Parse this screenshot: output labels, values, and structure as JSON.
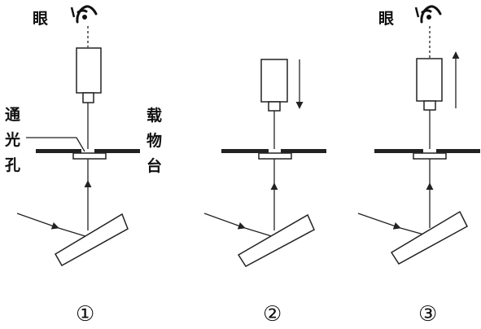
{
  "labels": {
    "eye": "眼",
    "aperture": [
      "通",
      "光",
      "孔"
    ],
    "stage": [
      "载",
      "物",
      "台"
    ]
  },
  "panels": [
    {
      "number": "①",
      "eye_shown": true,
      "arrow": "none"
    },
    {
      "number": "②",
      "eye_shown": false,
      "arrow": "down"
    },
    {
      "number": "③",
      "eye_shown": true,
      "arrow": "up"
    }
  ],
  "colors": {
    "ink": "#222222",
    "background": "#ffffff"
  }
}
